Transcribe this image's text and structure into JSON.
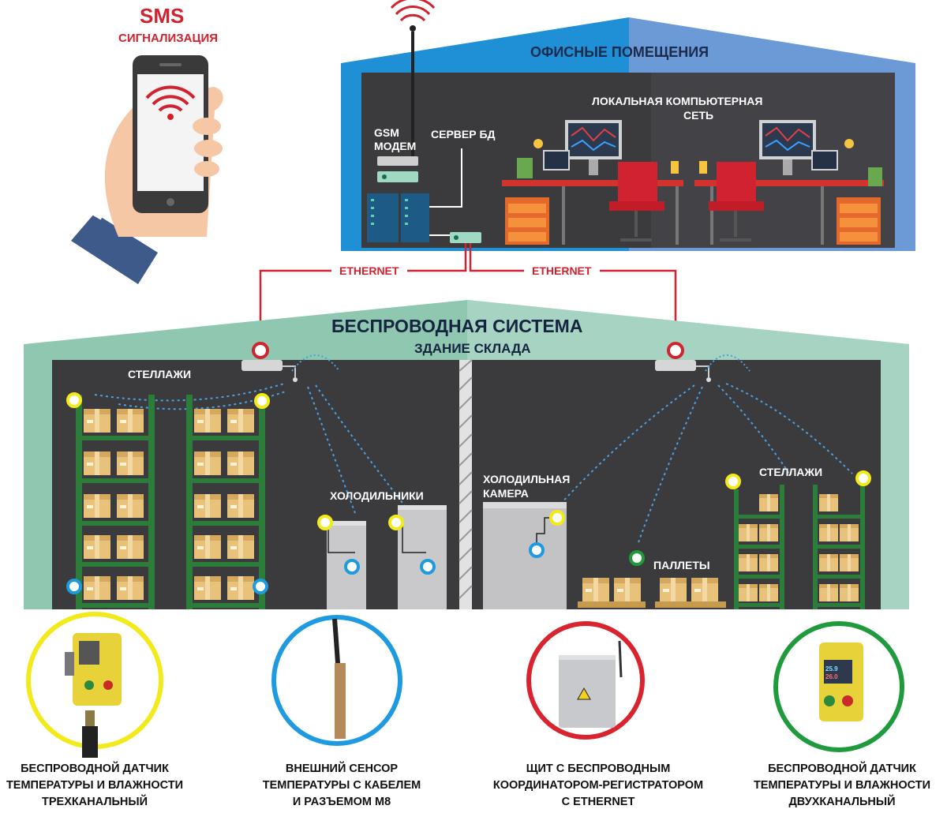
{
  "sms": {
    "title": "SMS",
    "subtitle": "СИГНАЛИЗАЦИЯ"
  },
  "office": {
    "title": "ОФИСНЫЕ ПОМЕЩЕНИЯ",
    "gsm_line1": "GSM",
    "gsm_line2": "МОДЕМ",
    "server": "СЕРВЕР БД",
    "lan_line1": "ЛОКАЛЬНАЯ КОМПЬЮТЕРНАЯ",
    "lan_line2": "СЕТЬ"
  },
  "ethernet_left": "ETHERNET",
  "ethernet_right": "ETHERNET",
  "warehouse": {
    "title": "БЕСПРОВОДНАЯ СИСТЕМА",
    "subtitle": "ЗДАНИЕ СКЛАДА",
    "racks_left": "СТЕЛЛАЖИ",
    "fridges": "ХОЛОДИЛЬНИКИ",
    "cold_room_line1": "ХОЛОДИЛЬНАЯ",
    "cold_room_line2": "КАМЕРА",
    "pallets": "ПАЛЛЕТЫ",
    "racks_right": "СТЕЛЛАЖИ"
  },
  "devices": [
    {
      "line1": "БЕСПРОВОДНОЙ ДАТЧИК",
      "line2": "ТЕМПЕРАТУРЫ И ВЛАЖНОСТИ",
      "line3": "ТРЕХКАНАЛЬНЫЙ",
      "ring_color": "#f3ea1c"
    },
    {
      "line1": "ВНЕШНИЙ СЕНСОР",
      "line2": "ТЕМПЕРАТУРЫ С КАБЕЛЕМ",
      "line3": "И РАЗЪЕМОМ М8",
      "ring_color": "#1e9be0"
    },
    {
      "line1": "ЩИТ С БЕСПРОВОДНЫМ",
      "line2": "КООРДИНАТОРОМ-РЕГИСТРАТОРОМ",
      "line3": "С ETHERNET",
      "ring_color": "#d9232e"
    },
    {
      "line1": "БЕСПРОВОДНОЙ ДАТЧИК",
      "line2": "ТЕМПЕРАТУРЫ И ВЛАЖНОСТИ",
      "line3": "ДВУХКАНАЛЬНЫЙ",
      "ring_color": "#1f9a3c"
    }
  ],
  "sensor_display": {
    "value1": "25.9",
    "value2": "26.0"
  },
  "colors": {
    "office_blue": "#1f8fd6",
    "warehouse_teal": "#8fc7b1",
    "interior": "#3b3b3e",
    "ethernet_red": "#d0232f",
    "rack_green": "#2c7d3a"
  }
}
